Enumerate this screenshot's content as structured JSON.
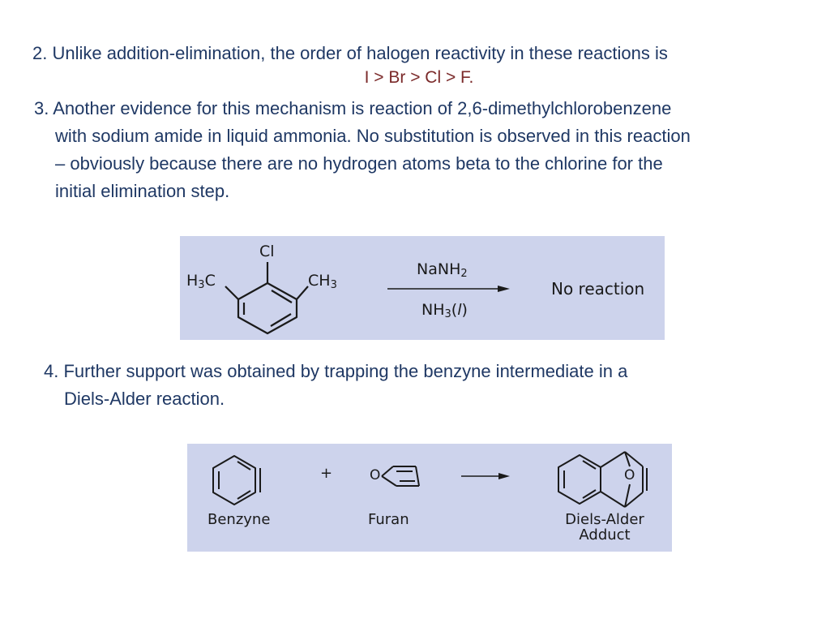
{
  "point2": {
    "text": "2. Unlike addition-elimination, the order of halogen reactivity in these reactions is",
    "order": "I > Br > Cl > F."
  },
  "point3": {
    "line1": "3. Another evidence for this mechanism is reaction of 2,6-dimethylchlorobenzene",
    "line2": "with sodium amide in liquid ammonia. No substitution is observed in this reaction",
    "line3": "– obviously because there are no hydrogen atoms beta to the chlorine for the",
    "line4": "initial elimination step."
  },
  "scheme1": {
    "substituent_top": "Cl",
    "substituent_left": "H",
    "substituent_left_sub": "3",
    "substituent_left_tail": "C",
    "substituent_right": "CH",
    "substituent_right_sub": "3",
    "reagent_top": "NaNH",
    "reagent_top_sub": "2",
    "reagent_bottom": "NH",
    "reagent_bottom_sub": "3",
    "reagent_bottom_paren_open": "(",
    "reagent_bottom_phase": "l",
    "reagent_bottom_paren_close": ")",
    "result": "No reaction"
  },
  "point4": {
    "line1": "4. Further support was obtained by trapping the benzyne intermediate in a",
    "line2": "Diels-Alder reaction."
  },
  "scheme2": {
    "plus": "+",
    "furan_oxygen": "O",
    "adduct_oxygen": "O",
    "label_benzyne": "Benzyne",
    "label_furan": "Furan",
    "label_adduct_line1": "Diels-Alder",
    "label_adduct_line2": "Adduct"
  },
  "colors": {
    "text": "#1f3864",
    "order_text": "#7b2a2a",
    "scheme_background": "#cdd3ec"
  }
}
